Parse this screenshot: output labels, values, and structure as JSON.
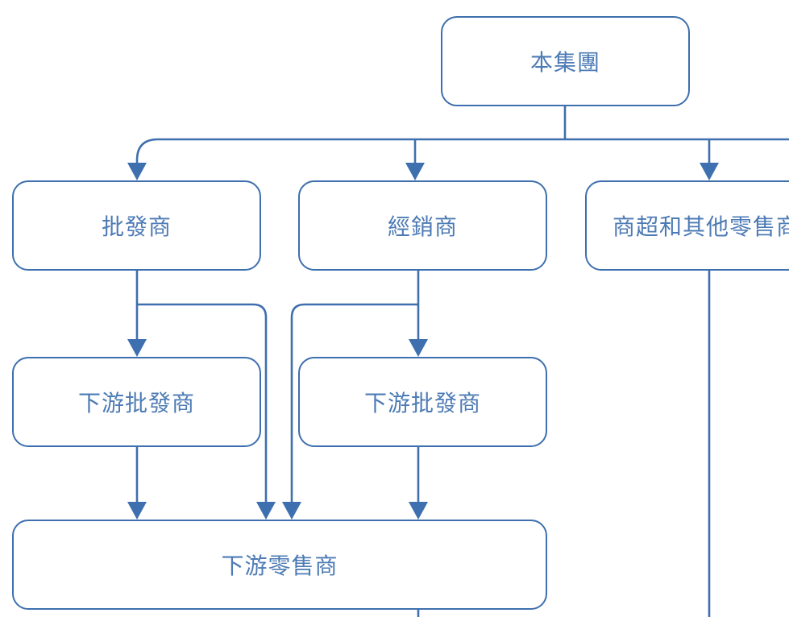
{
  "diagram": {
    "root": {
      "label": "本集團"
    },
    "level1": [
      {
        "label": "批發商"
      },
      {
        "label": "經銷商"
      },
      {
        "label": "商超和其他零售商"
      }
    ],
    "level2": [
      {
        "label": "下游批發商"
      },
      {
        "label": "下游批發商"
      }
    ],
    "level3": {
      "label": "下游零售商"
    },
    "colors": {
      "stroke": "#3e6fae",
      "text": "#4d7bb5",
      "background": "#ffffff"
    }
  }
}
